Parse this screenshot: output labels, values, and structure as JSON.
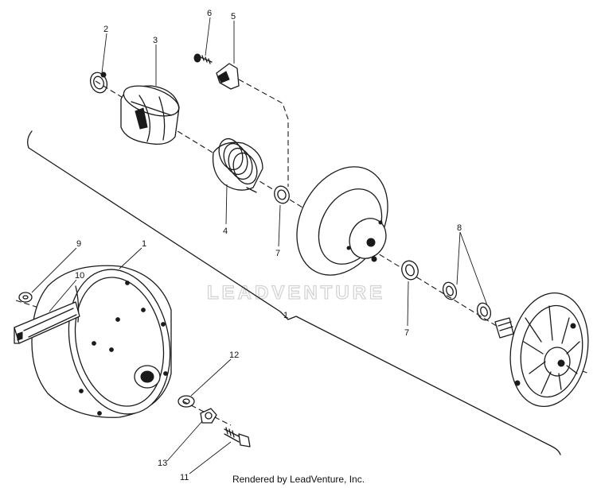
{
  "diagram": {
    "part_labels": [
      {
        "id": "1",
        "text": "1"
      },
      {
        "id": "2",
        "text": "2"
      },
      {
        "id": "3",
        "text": "3"
      },
      {
        "id": "4",
        "text": "4"
      },
      {
        "id": "5",
        "text": "5"
      },
      {
        "id": "6",
        "text": "6"
      },
      {
        "id": "7a",
        "text": "7"
      },
      {
        "id": "7b",
        "text": "7"
      },
      {
        "id": "8",
        "text": "8"
      },
      {
        "id": "9",
        "text": "9"
      },
      {
        "id": "10",
        "text": "10"
      },
      {
        "id": "11",
        "text": "11"
      },
      {
        "id": "12",
        "text": "12"
      },
      {
        "id": "13",
        "text": "13"
      },
      {
        "id": "1b",
        "text": "1"
      }
    ],
    "watermark": "LEADVENTURE",
    "footer": "Rendered by LeadVenture, Inc."
  },
  "colors": {
    "ink": "#1a1a1a",
    "watermark": "#d4d4d4",
    "background": "#ffffff"
  }
}
